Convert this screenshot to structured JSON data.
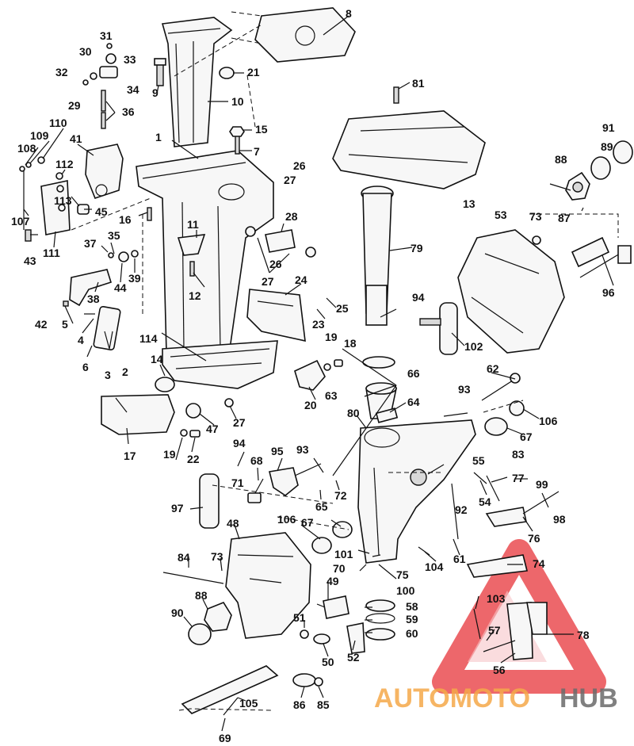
{
  "colors": {
    "ink": "#111111",
    "watermark_red": "#e8353a",
    "watermark_orange": "#f5a94a",
    "watermark_gray": "#6b6b6b"
  },
  "watermark": {
    "part1": "AUTOMOTO",
    "part2": "HUB"
  },
  "labels": [
    {
      "id": "l1",
      "text": "1"
    },
    {
      "id": "l2",
      "text": "2"
    },
    {
      "id": "l3",
      "text": "3"
    },
    {
      "id": "l4",
      "text": "4"
    },
    {
      "id": "l5",
      "text": "5"
    },
    {
      "id": "l6",
      "text": "6"
    },
    {
      "id": "l7",
      "text": "7"
    },
    {
      "id": "l8",
      "text": "8"
    },
    {
      "id": "l9",
      "text": "9"
    },
    {
      "id": "l10",
      "text": "10"
    },
    {
      "id": "l11",
      "text": "11"
    },
    {
      "id": "l12",
      "text": "12"
    },
    {
      "id": "l13",
      "text": "13"
    },
    {
      "id": "l14",
      "text": "14"
    },
    {
      "id": "l15",
      "text": "15"
    },
    {
      "id": "l16",
      "text": "16"
    },
    {
      "id": "l17",
      "text": "17"
    },
    {
      "id": "l18",
      "text": "18"
    },
    {
      "id": "l19a",
      "text": "19"
    },
    {
      "id": "l19b",
      "text": "19"
    },
    {
      "id": "l20",
      "text": "20"
    },
    {
      "id": "l21",
      "text": "21"
    },
    {
      "id": "l22",
      "text": "22"
    },
    {
      "id": "l23",
      "text": "23"
    },
    {
      "id": "l24",
      "text": "24"
    },
    {
      "id": "l25",
      "text": "25"
    },
    {
      "id": "l26a",
      "text": "26"
    },
    {
      "id": "l26b",
      "text": "26"
    },
    {
      "id": "l27a",
      "text": "27"
    },
    {
      "id": "l27b",
      "text": "27"
    },
    {
      "id": "l27c",
      "text": "27"
    },
    {
      "id": "l28",
      "text": "28"
    },
    {
      "id": "l29",
      "text": "29"
    },
    {
      "id": "l30",
      "text": "30"
    },
    {
      "id": "l31",
      "text": "31"
    },
    {
      "id": "l32",
      "text": "32"
    },
    {
      "id": "l33",
      "text": "33"
    },
    {
      "id": "l34",
      "text": "34"
    },
    {
      "id": "l35",
      "text": "35"
    },
    {
      "id": "l36",
      "text": "36"
    },
    {
      "id": "l37",
      "text": "37"
    },
    {
      "id": "l38",
      "text": "38"
    },
    {
      "id": "l39",
      "text": "39"
    },
    {
      "id": "l41",
      "text": "41"
    },
    {
      "id": "l42",
      "text": "42"
    },
    {
      "id": "l43",
      "text": "43"
    },
    {
      "id": "l44",
      "text": "44"
    },
    {
      "id": "l45",
      "text": "45"
    },
    {
      "id": "l47",
      "text": "47"
    },
    {
      "id": "l48",
      "text": "48"
    },
    {
      "id": "l49",
      "text": "49"
    },
    {
      "id": "l50",
      "text": "50"
    },
    {
      "id": "l51",
      "text": "51"
    },
    {
      "id": "l52",
      "text": "52"
    },
    {
      "id": "l53",
      "text": "53"
    },
    {
      "id": "l54",
      "text": "54"
    },
    {
      "id": "l55",
      "text": "55"
    },
    {
      "id": "l56",
      "text": "56"
    },
    {
      "id": "l57",
      "text": "57"
    },
    {
      "id": "l58",
      "text": "58"
    },
    {
      "id": "l59",
      "text": "59"
    },
    {
      "id": "l60",
      "text": "60"
    },
    {
      "id": "l61",
      "text": "61"
    },
    {
      "id": "l62",
      "text": "62"
    },
    {
      "id": "l63",
      "text": "63"
    },
    {
      "id": "l64",
      "text": "64"
    },
    {
      "id": "l65",
      "text": "65"
    },
    {
      "id": "l66",
      "text": "66"
    },
    {
      "id": "l67a",
      "text": "67"
    },
    {
      "id": "l67b",
      "text": "67"
    },
    {
      "id": "l68",
      "text": "68"
    },
    {
      "id": "l69",
      "text": "69"
    },
    {
      "id": "l70",
      "text": "70"
    },
    {
      "id": "l71",
      "text": "71"
    },
    {
      "id": "l72",
      "text": "72"
    },
    {
      "id": "l73a",
      "text": "73"
    },
    {
      "id": "l73b",
      "text": "73"
    },
    {
      "id": "l74",
      "text": "74"
    },
    {
      "id": "l75",
      "text": "75"
    },
    {
      "id": "l76",
      "text": "76"
    },
    {
      "id": "l77",
      "text": "77"
    },
    {
      "id": "l78",
      "text": "78"
    },
    {
      "id": "l79",
      "text": "79"
    },
    {
      "id": "l80",
      "text": "80"
    },
    {
      "id": "l81",
      "text": "81"
    },
    {
      "id": "l83",
      "text": "83"
    },
    {
      "id": "l84",
      "text": "84"
    },
    {
      "id": "l85",
      "text": "85"
    },
    {
      "id": "l86",
      "text": "86"
    },
    {
      "id": "l87",
      "text": "87"
    },
    {
      "id": "l88a",
      "text": "88"
    },
    {
      "id": "l88b",
      "text": "88"
    },
    {
      "id": "l89",
      "text": "89"
    },
    {
      "id": "l90",
      "text": "90"
    },
    {
      "id": "l91",
      "text": "91"
    },
    {
      "id": "l92",
      "text": "92"
    },
    {
      "id": "l93a",
      "text": "93"
    },
    {
      "id": "l93b",
      "text": "93"
    },
    {
      "id": "l94a",
      "text": "94"
    },
    {
      "id": "l94b",
      "text": "94"
    },
    {
      "id": "l95",
      "text": "95"
    },
    {
      "id": "l96",
      "text": "96"
    },
    {
      "id": "l97",
      "text": "97"
    },
    {
      "id": "l98",
      "text": "98"
    },
    {
      "id": "l99",
      "text": "99"
    },
    {
      "id": "l100",
      "text": "100"
    },
    {
      "id": "l101",
      "text": "101"
    },
    {
      "id": "l102",
      "text": "102"
    },
    {
      "id": "l103",
      "text": "103"
    },
    {
      "id": "l104",
      "text": "104"
    },
    {
      "id": "l105",
      "text": "105"
    },
    {
      "id": "l106a",
      "text": "106"
    },
    {
      "id": "l106b",
      "text": "106"
    },
    {
      "id": "l107",
      "text": "107"
    },
    {
      "id": "l108",
      "text": "108"
    },
    {
      "id": "l109",
      "text": "109"
    },
    {
      "id": "l110",
      "text": "110"
    },
    {
      "id": "l111",
      "text": "111"
    },
    {
      "id": "l112",
      "text": "112"
    },
    {
      "id": "l113",
      "text": "113"
    },
    {
      "id": "l114",
      "text": "114"
    }
  ]
}
